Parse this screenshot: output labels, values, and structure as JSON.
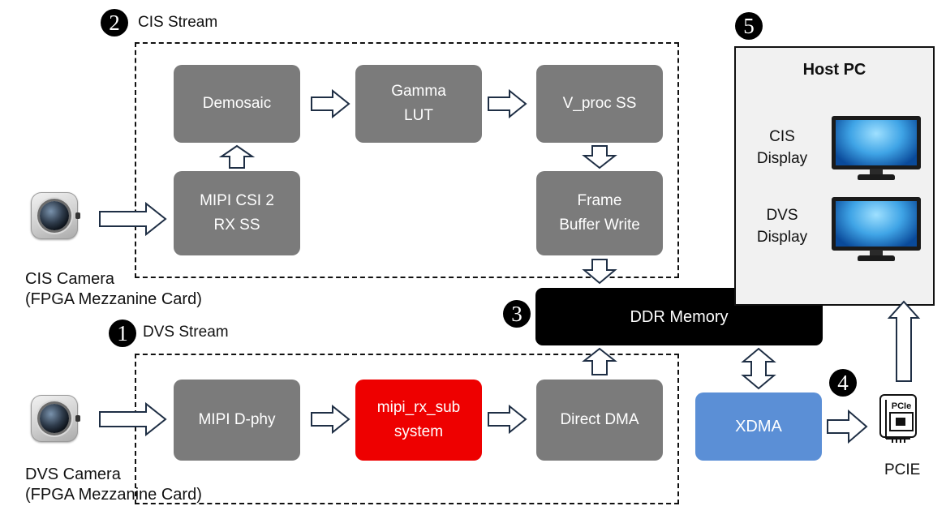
{
  "streams": {
    "cis": {
      "badge": "2",
      "title": "CIS Stream"
    },
    "dvs": {
      "badge": "1",
      "title": "DVS Stream"
    }
  },
  "blocks": {
    "demosaic": "Demosaic",
    "gamma_lut": "Gamma\nLUT",
    "v_proc_ss": "V_proc SS",
    "mipi_csi2_rx_ss": "MIPI CSI 2\nRX SS",
    "frame_buffer_write": "Frame\nBuffer Write",
    "mipi_dphy": "MIPI D-phy",
    "mipi_rx_subsystem": "mipi_rx_sub\nsystem",
    "direct_dma": "Direct DMA",
    "ddr_memory": "DDR Memory",
    "xdma": "XDMA"
  },
  "badges": {
    "ddr": "3",
    "pcie": "4",
    "host": "5"
  },
  "cameras": {
    "cis": "CIS Camera\n(FPGA Mezzanine Card)",
    "dvs": "DVS Camera\n(FPGA Mezzanine Card)"
  },
  "host_pc": {
    "title": "Host PC",
    "cis_display": "CIS\nDisplay",
    "dvs_display": "DVS\nDisplay"
  },
  "pcie": {
    "caption": "PCIE",
    "card_text": "PCIe"
  },
  "colors": {
    "gray_block": "#7b7b7b",
    "red_block": "#ee0000",
    "blue_block": "#5b8fd6",
    "ddr_block": "#000000",
    "host_bg": "#f1f1f1"
  },
  "icons": [
    "camera-icon",
    "monitor-icon",
    "pcie-card-icon",
    "hollow-arrow-icon"
  ]
}
